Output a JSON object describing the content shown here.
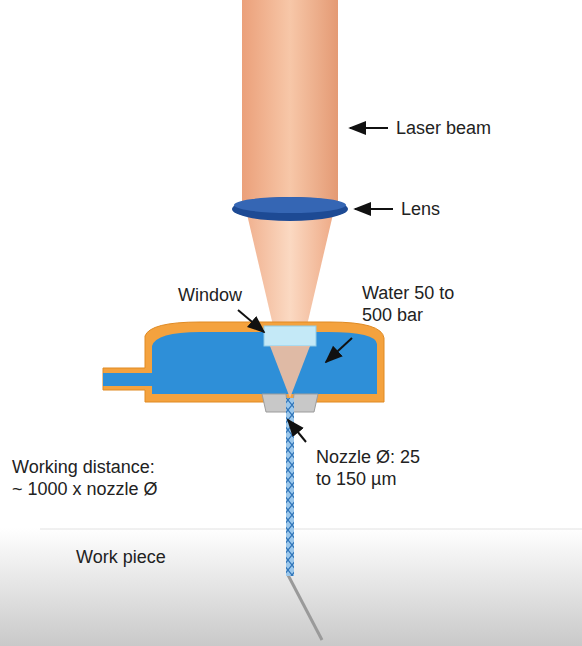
{
  "diagram": {
    "nodes": [
      {
        "text": [
          "Work piece"
        ]
      }
    ],
    "labels": [
      "Laser beam",
      "Lens",
      "Window",
      "Water 50 to 500 bar",
      "Nozzle Ø: 25 to 150 µm",
      "Working distance: ~ 1000 x nozzle Ø"
    ]
  }
}
